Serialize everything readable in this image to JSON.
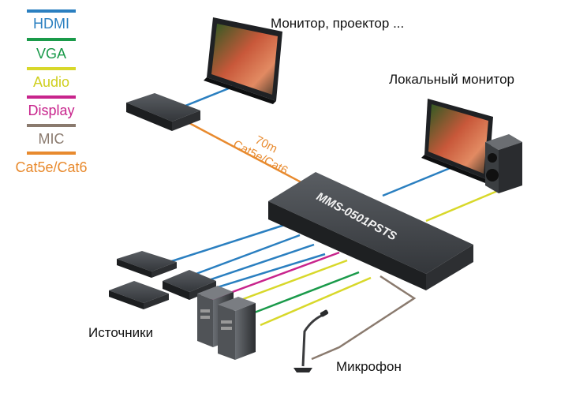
{
  "legend": [
    {
      "label": "HDMI",
      "color": "#2a7fc0"
    },
    {
      "label": "VGA",
      "color": "#1a9a4a"
    },
    {
      "label": "Audio",
      "color": "#d8d82a"
    },
    {
      "label": "Display",
      "color": "#c8248c"
    },
    {
      "label": "MIC",
      "color": "#8a7a6e"
    },
    {
      "label": "Cat5e/Cat6",
      "color": "#e88a2e"
    }
  ],
  "labels": {
    "monitor_projector": "Монитор, проектор ...",
    "local_monitor": "Локальный монитор",
    "sources": "Источники",
    "microphone": "Микрофон",
    "distance": "70m",
    "cable_type": "Cat5e/Cat6",
    "device_model": "MMS-0501PSTS"
  },
  "colors": {
    "device_body": "#3d4044",
    "device_top": "#2e3033"
  }
}
